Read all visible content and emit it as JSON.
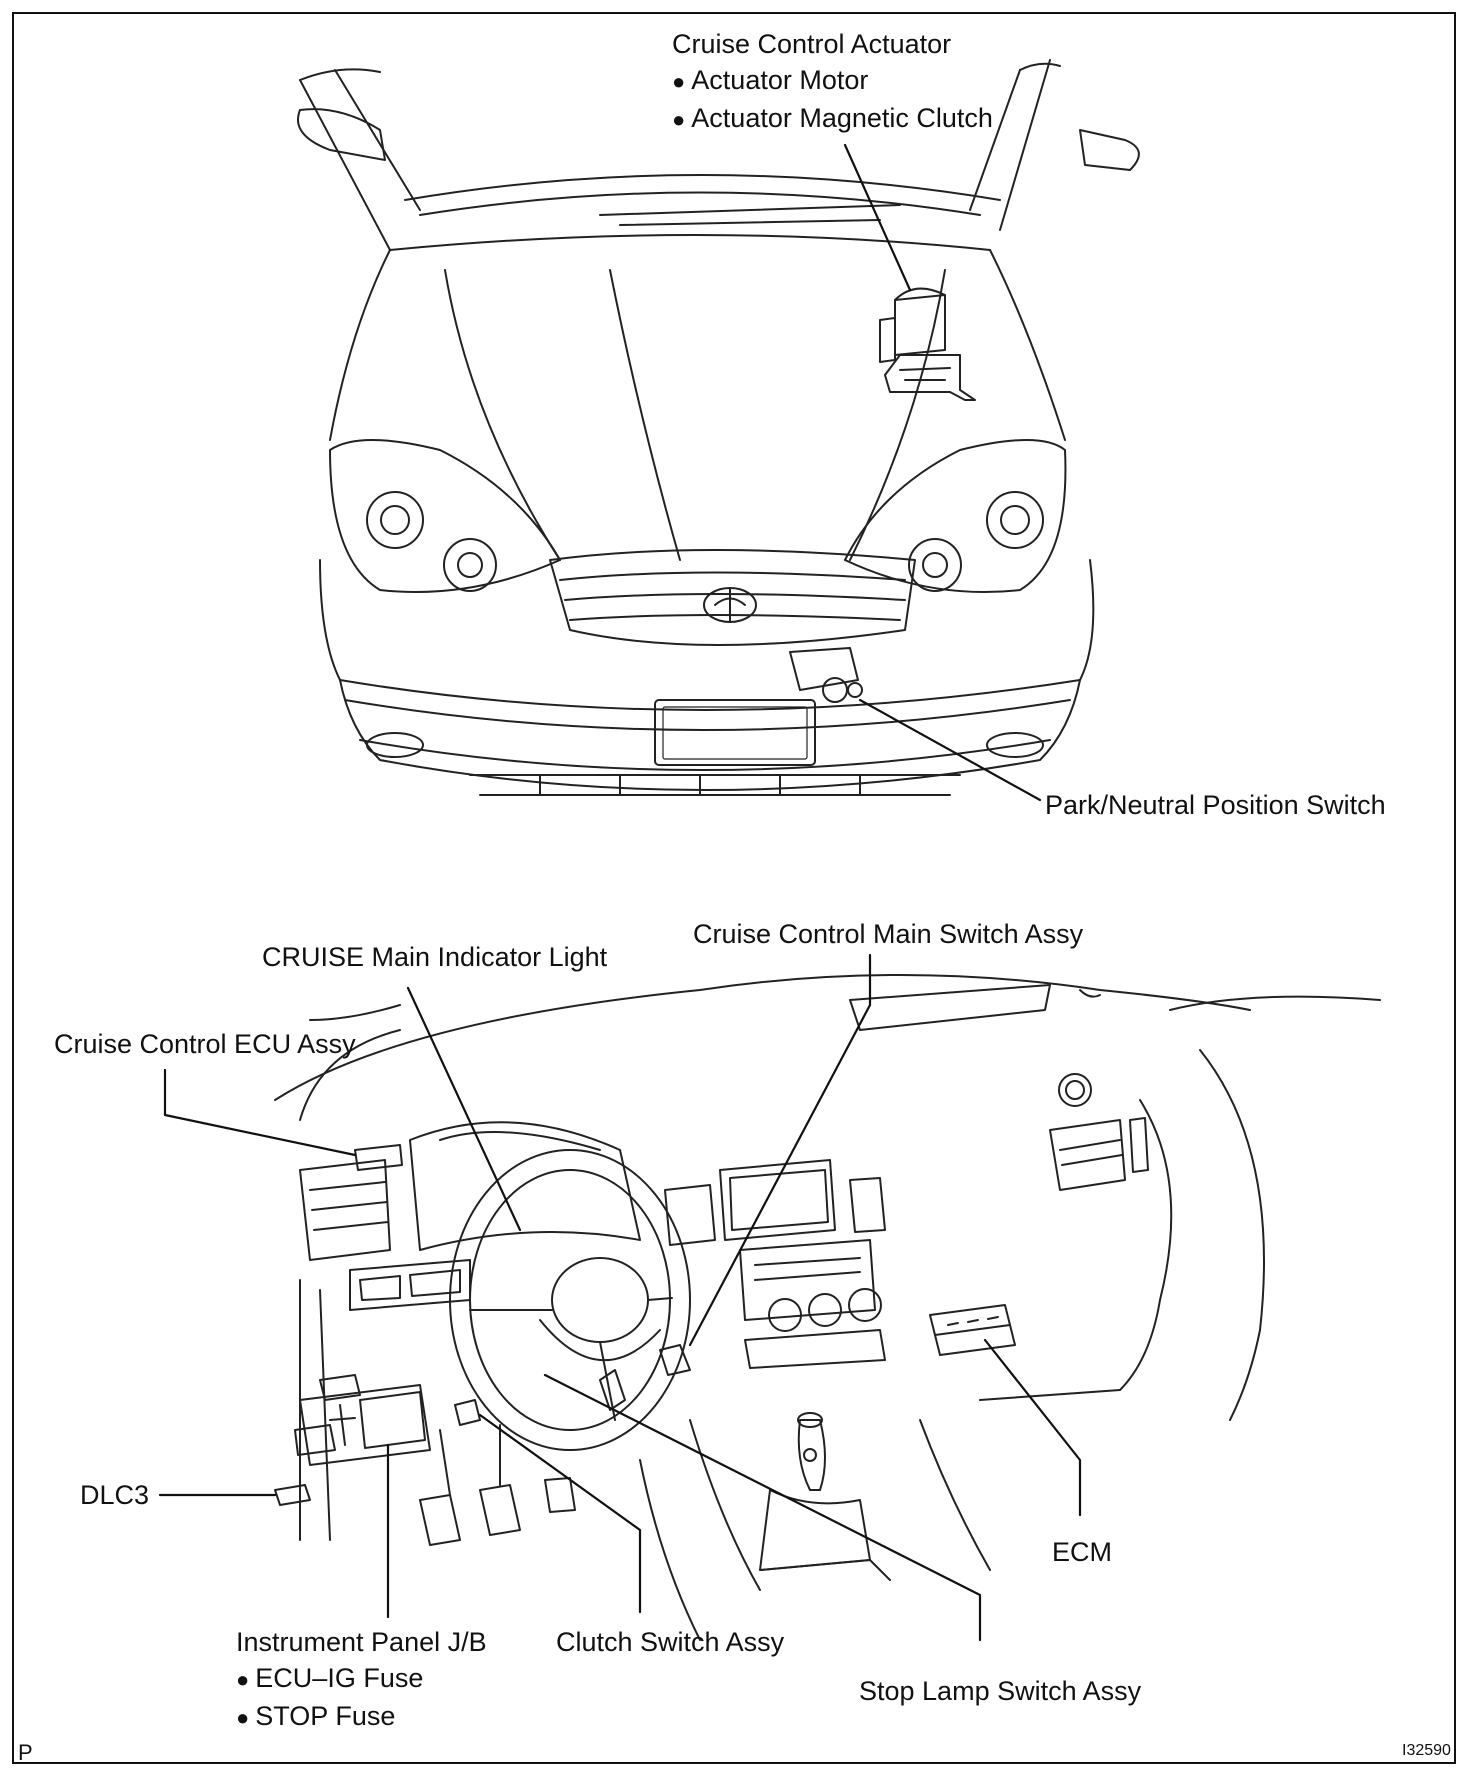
{
  "labels": {
    "actuator_title": "Cruise Control Actuator",
    "actuator_items": [
      "Actuator Motor",
      "Actuator Magnetic Clutch"
    ],
    "park_neutral": "Park/Neutral Position Switch",
    "cruise_main_switch": "Cruise Control Main Switch Assy",
    "cruise_indicator": "CRUISE Main Indicator Light",
    "cruise_ecu": "Cruise Control ECU Assy",
    "dlc3": "DLC3",
    "ecm": "ECM",
    "instrument_jb": "Instrument Panel J/B",
    "jb_items": [
      "ECU–IG Fuse",
      "STOP Fuse"
    ],
    "clutch_switch": "Clutch Switch Assy",
    "stop_lamp_switch": "Stop Lamp Switch Assy"
  },
  "corner": {
    "left": "P",
    "right": "I32590"
  }
}
